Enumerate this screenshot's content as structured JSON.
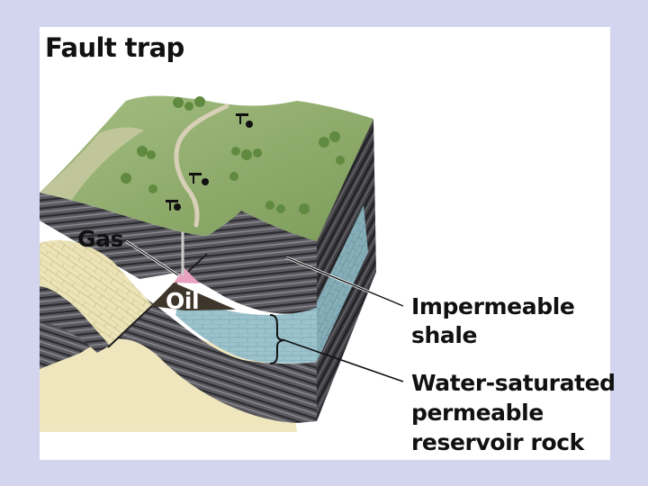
{
  "title": "Fault trap",
  "labels": {
    "gas": "Gas",
    "oil": "Oil",
    "impermeable_1": "Impermeable",
    "impermeable_2": "shale",
    "reservoir_1": "Water-saturated",
    "reservoir_2": "permeable",
    "reservoir_3": "reservoir rock"
  },
  "colors": {
    "background": "#d3d4ee",
    "panel": "#ffffff",
    "shale": "#56565c",
    "reservoir": "#9cc3cd",
    "sandstone": "#ece4b8",
    "grass": "#8fb06a",
    "gas": "#e8a2c0",
    "oil": "#3e362a"
  }
}
